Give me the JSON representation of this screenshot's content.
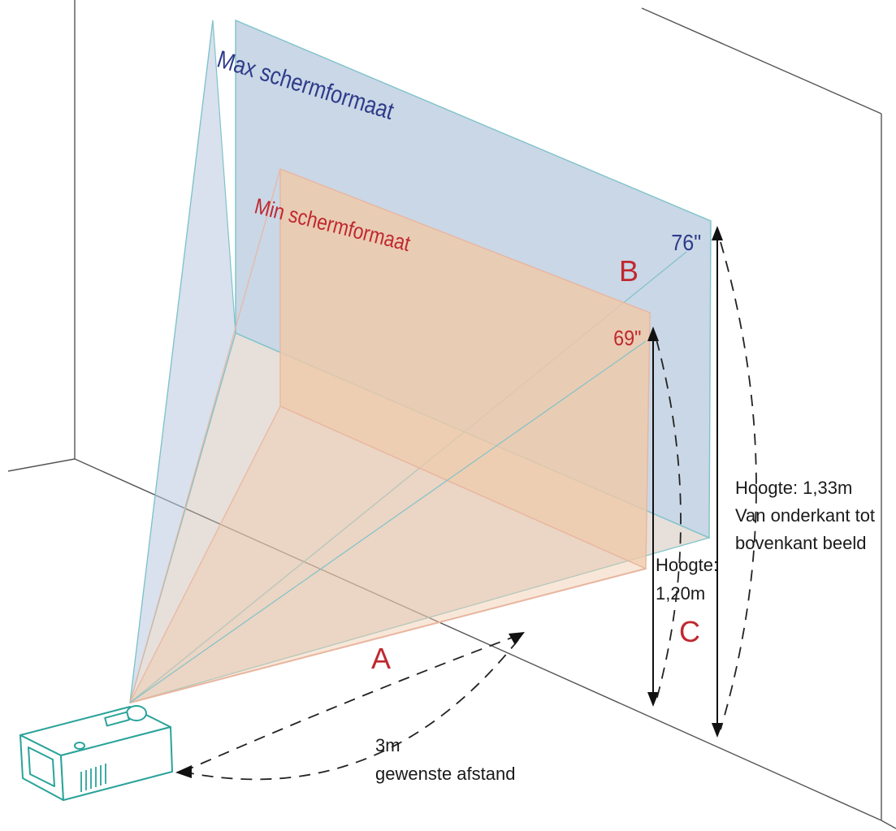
{
  "diagram": {
    "max_label": "Max schermformaat",
    "min_label": "Min schermformaat",
    "max_size": "76\"",
    "min_size": "69\"",
    "letter_a": "A",
    "letter_b": "B",
    "letter_c": "C",
    "height_max_line1": "Hoogte: 1,33m",
    "height_max_line2": "Van onderkant tot",
    "height_max_line3": "bovenkant beeld",
    "height_min_line1": "Hoogte:",
    "height_min_line2": "1,20m",
    "distance_line1": "3m",
    "distance_line2": "gewenste afstand"
  },
  "colors": {
    "max_screen": "#b8c9de",
    "min_screen": "#f0c9a8",
    "max_label": "#2e3b8a",
    "min_label": "#c0282e",
    "beam_line": "#7ec3c9",
    "projector": "#2aa39a",
    "wall_line": "#555555"
  }
}
